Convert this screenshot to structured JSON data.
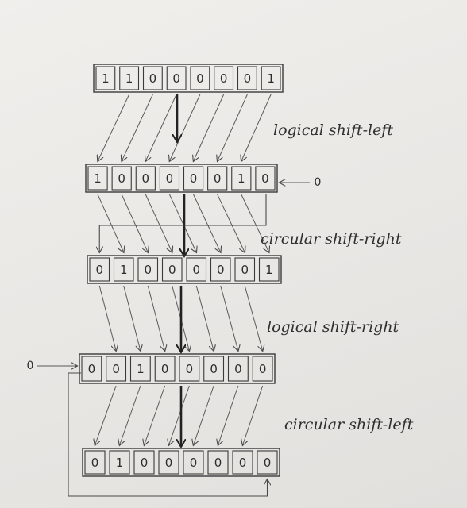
{
  "registers": [
    {
      "name": "register-initial",
      "bits": [
        "1",
        "1",
        "0",
        "0",
        "0",
        "0",
        "0",
        "1"
      ]
    },
    {
      "name": "register-after-logical-shift-left",
      "bits": [
        "1",
        "0",
        "0",
        "0",
        "0",
        "0",
        "1",
        "0"
      ]
    },
    {
      "name": "register-after-circular-shift-right",
      "bits": [
        "0",
        "1",
        "0",
        "0",
        "0",
        "0",
        "0",
        "1"
      ]
    },
    {
      "name": "register-after-logical-shift-right",
      "bits": [
        "0",
        "0",
        "1",
        "0",
        "0",
        "0",
        "0",
        "0"
      ]
    },
    {
      "name": "register-after-circular-shift-left",
      "bits": [
        "0",
        "1",
        "0",
        "0",
        "0",
        "0",
        "0",
        "0"
      ]
    }
  ],
  "labels": {
    "logical_shift_left": "logical shift-left",
    "circular_shift_right": "circular shift-right",
    "logical_shift_right": "logical shift-right",
    "circular_shift_left": "circular shift-left"
  },
  "inputs": {
    "shift_left_fill": "0",
    "shift_right_fill": "0"
  }
}
